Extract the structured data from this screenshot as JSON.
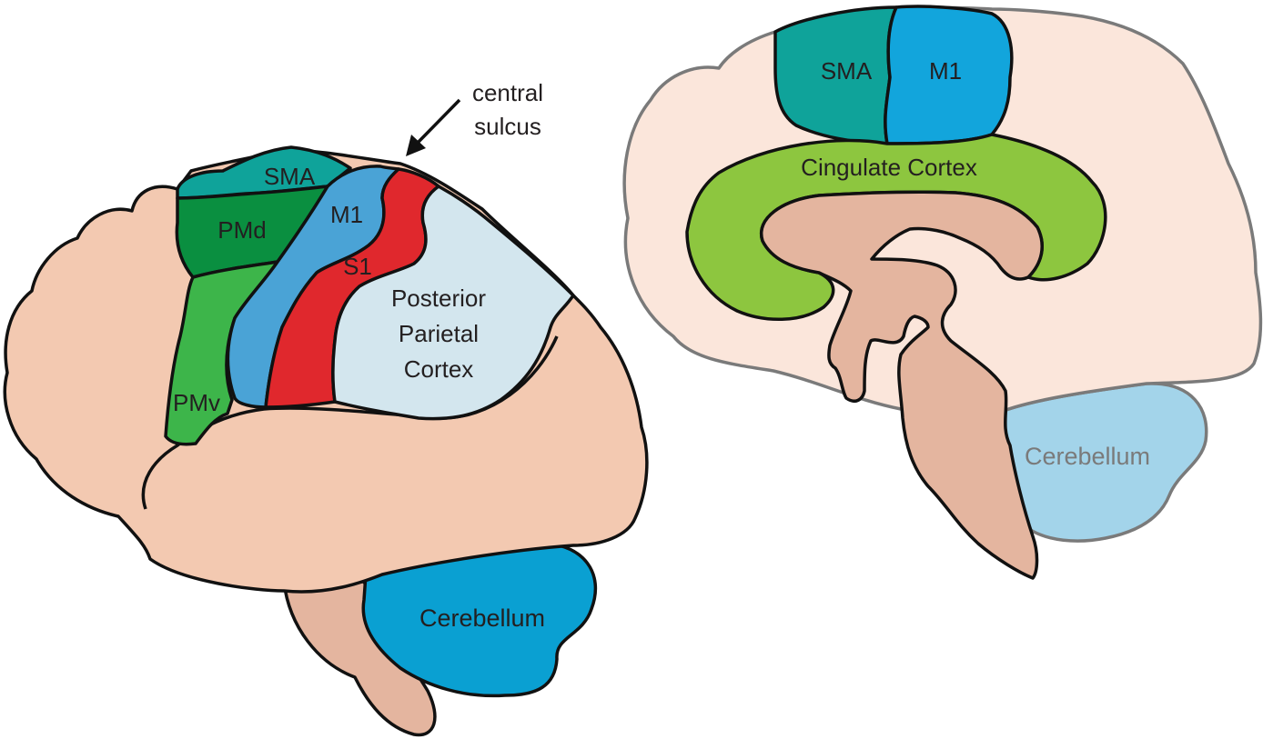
{
  "lateral_view": {
    "annotation": {
      "line1": "central",
      "line2": "sulcus"
    },
    "regions": {
      "sma": "SMA",
      "pmd": "PMd",
      "pmv": "PMv",
      "m1": "M1",
      "s1": "S1",
      "ppc_line1": "Posterior",
      "ppc_line2": "Parietal",
      "ppc_line3": "Cortex",
      "cerebellum": "Cerebellum"
    }
  },
  "medial_view": {
    "regions": {
      "sma": "SMA",
      "m1": "M1",
      "cingulate": "Cingulate Cortex",
      "cerebellum": "Cerebellum"
    }
  },
  "colors": {
    "cortex_lateral": "#f3c9b1",
    "cortex_medial": "#fbe6db",
    "brainstem": "#e4b59f",
    "sma": "#0fa39a",
    "pmd": "#0a8f40",
    "pmv": "#3db54a",
    "m1_lateral": "#4aa3d6",
    "s1": "#e0282d",
    "ppc": "#d3e6ee",
    "cerebellum_lateral": "#0aa0d2",
    "m1_medial": "#12a5dc",
    "cingulate": "#8dc63f",
    "cerebellum_medial": "#a3d4ea"
  }
}
